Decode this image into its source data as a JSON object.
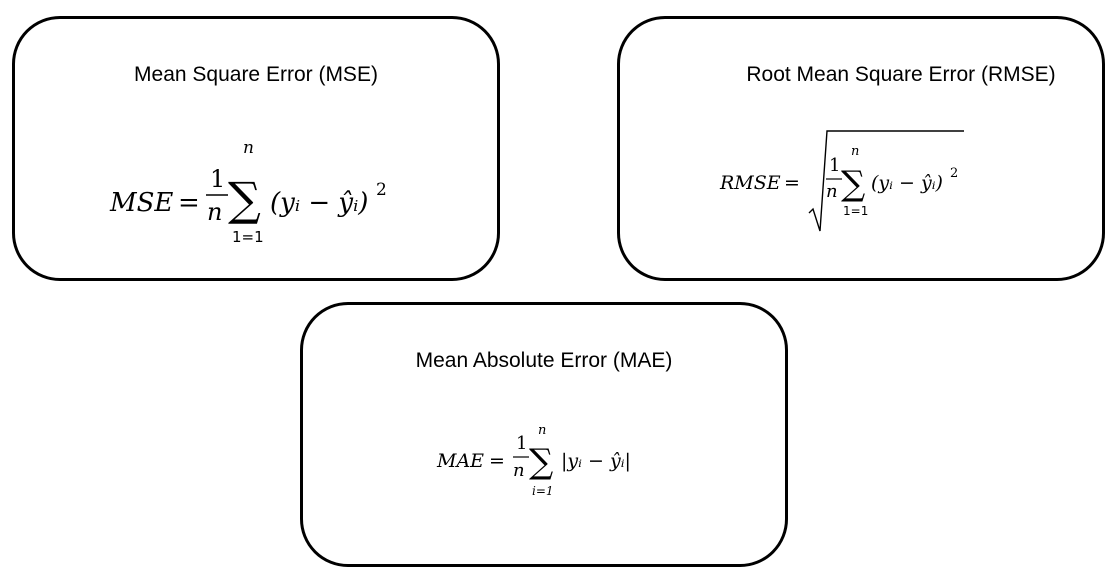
{
  "cards": [
    {
      "title": "Mean Square Error (MSE)",
      "formula": {
        "lhs": "MSE",
        "equals": "=",
        "frac_num": "1",
        "frac_den": "n",
        "sum_sign": "∑",
        "upper_limit": "n",
        "lower_limit": "1=1",
        "body": "(yᵢ − ŷᵢ)",
        "exponent": "2"
      }
    },
    {
      "title": "Root Mean Square Error (RMSE)",
      "formula": {
        "lhs": "RMSE",
        "equals": "=",
        "frac_num": "1",
        "frac_den": "n",
        "sum_sign": "∑",
        "upper_limit": "n",
        "lower_limit": "1=1",
        "body": "(yᵢ − ŷᵢ)",
        "exponent": "2"
      }
    },
    {
      "title": "Mean Absolute Error (MAE)",
      "formula": {
        "lhs": "MAE",
        "equals": "=",
        "frac_num": "1",
        "frac_den": "n",
        "sum_sign": "∑",
        "upper_limit": "n",
        "lower_limit": "i=1",
        "body": "|yᵢ − ŷᵢ|"
      }
    }
  ]
}
